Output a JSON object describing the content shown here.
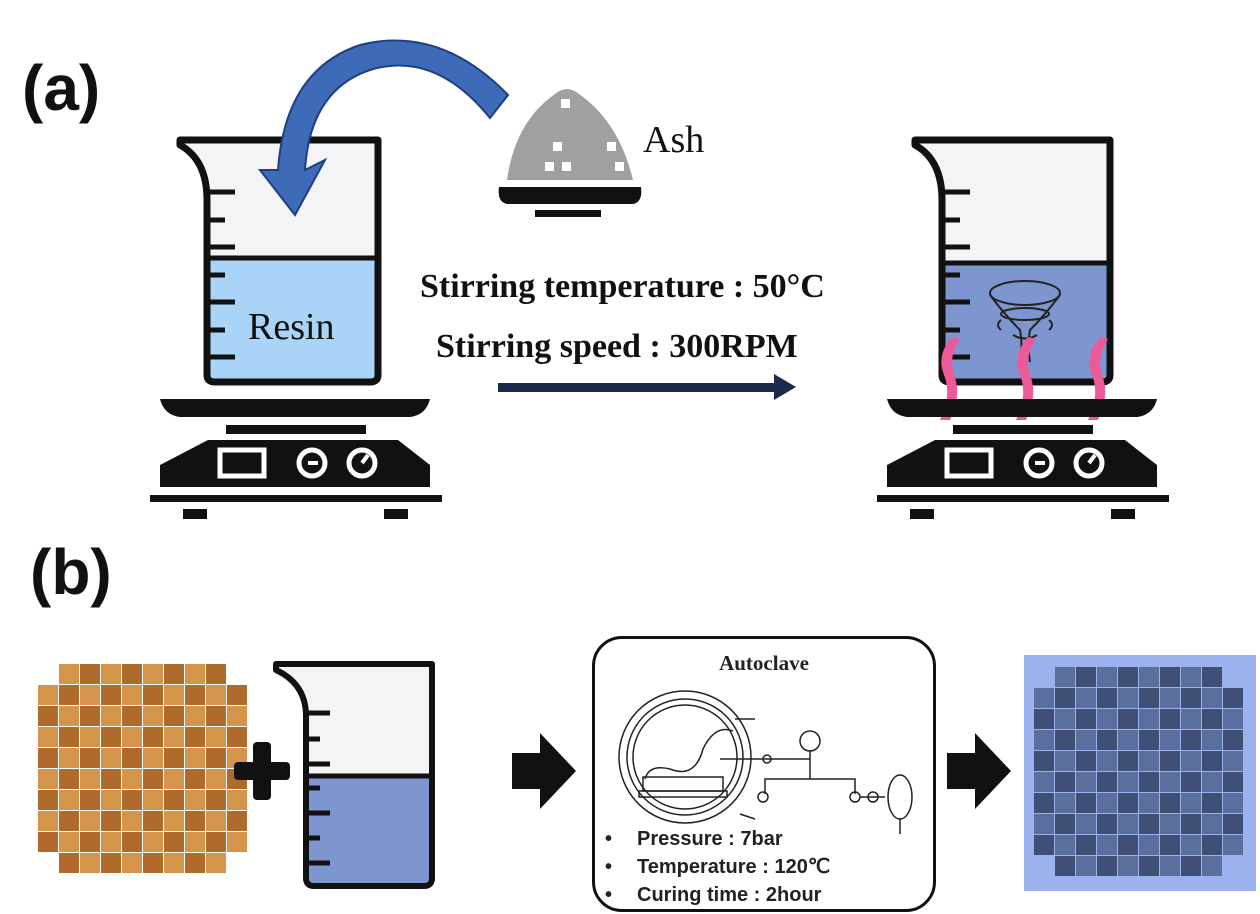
{
  "panels": {
    "a": {
      "label": "(a)",
      "beaker_left_label": "Resin",
      "powder_label": "Ash",
      "conditions": [
        "Stirring temperature : 50°C",
        "Stirring speed : 300RPM"
      ]
    },
    "b": {
      "label": "(b)",
      "autoclave": {
        "title": "Autoclave",
        "params": [
          "Pressure : 7bar",
          "Temperature : 120℃",
          "Curing time : 2hour"
        ]
      }
    }
  },
  "colors": {
    "resin_fill": "#a9d4f7",
    "mixed_fill": "#7e96cf",
    "beaker_empty": "#f3f4f6",
    "curved_arrow": "#3e6bb8",
    "straight_arrow": "#1a2a4a",
    "heat_waves": "#ec5a9a",
    "ash_powder": "#a0a0a0",
    "fabric_light": "#d4944a",
    "fabric_dark": "#b06a2c",
    "composite_bg": "#9bb2ef",
    "composite_light": "#5b6f9e",
    "composite_dark": "#3f4f75"
  }
}
